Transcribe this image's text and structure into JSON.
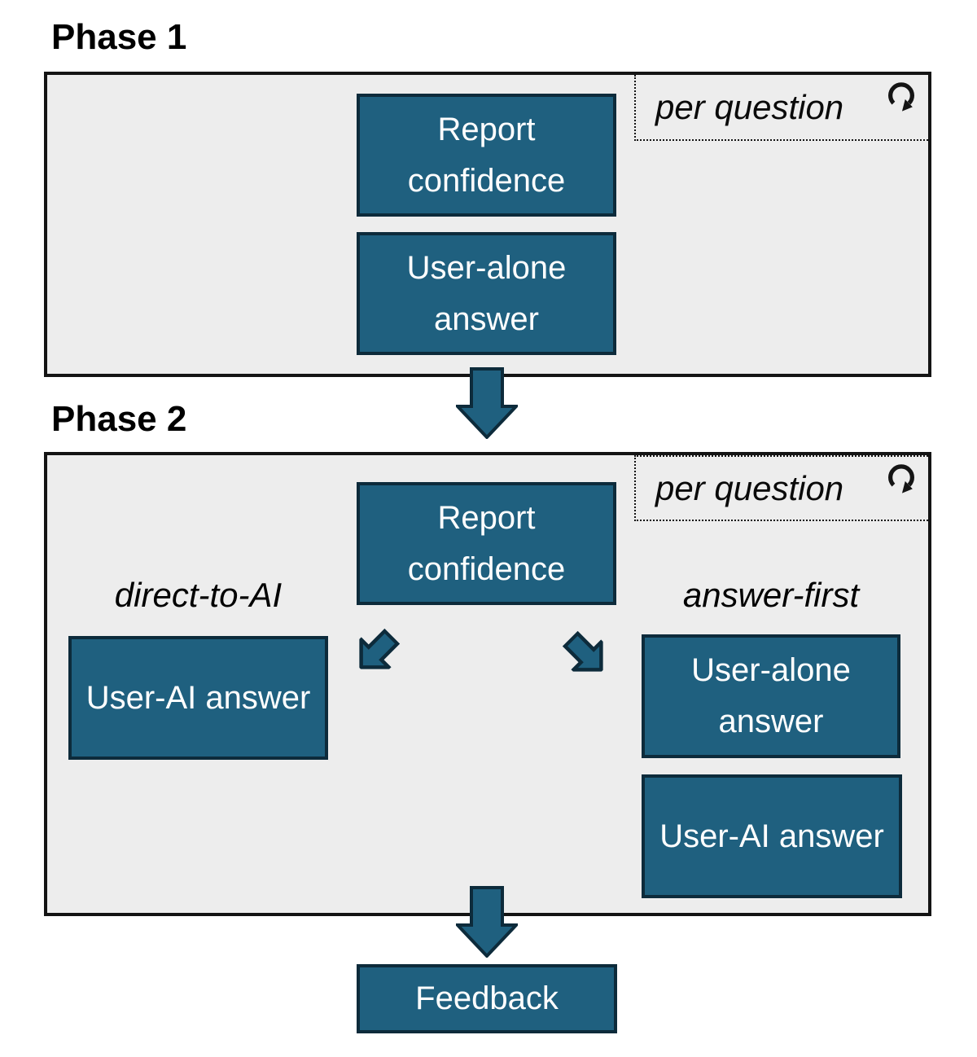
{
  "phase1": {
    "title": "Phase 1",
    "per_question_label": "per question",
    "report_confidence_label": "Report confidence",
    "user_alone_label": "User-alone answer"
  },
  "phase2": {
    "title": "Phase 2",
    "per_question_label": "per question",
    "report_confidence_label": "Report confidence",
    "direct_to_ai_label": "direct-to-AI",
    "answer_first_label": "answer-first",
    "direct_user_ai_label": "User-AI answer",
    "answer_first_user_alone_label": "User-alone answer",
    "answer_first_user_ai_label": "User-AI answer"
  },
  "feedback_label": "Feedback",
  "icons": {
    "per_question_icon": "loop-arrow-icon"
  },
  "colors": {
    "node_fill": "#1F607F",
    "node_border": "#0D2B3B",
    "phase_background": "#EDEDED",
    "phase_border": "#141414",
    "node_text": "#FFFFFF",
    "label_text": "#000000"
  }
}
